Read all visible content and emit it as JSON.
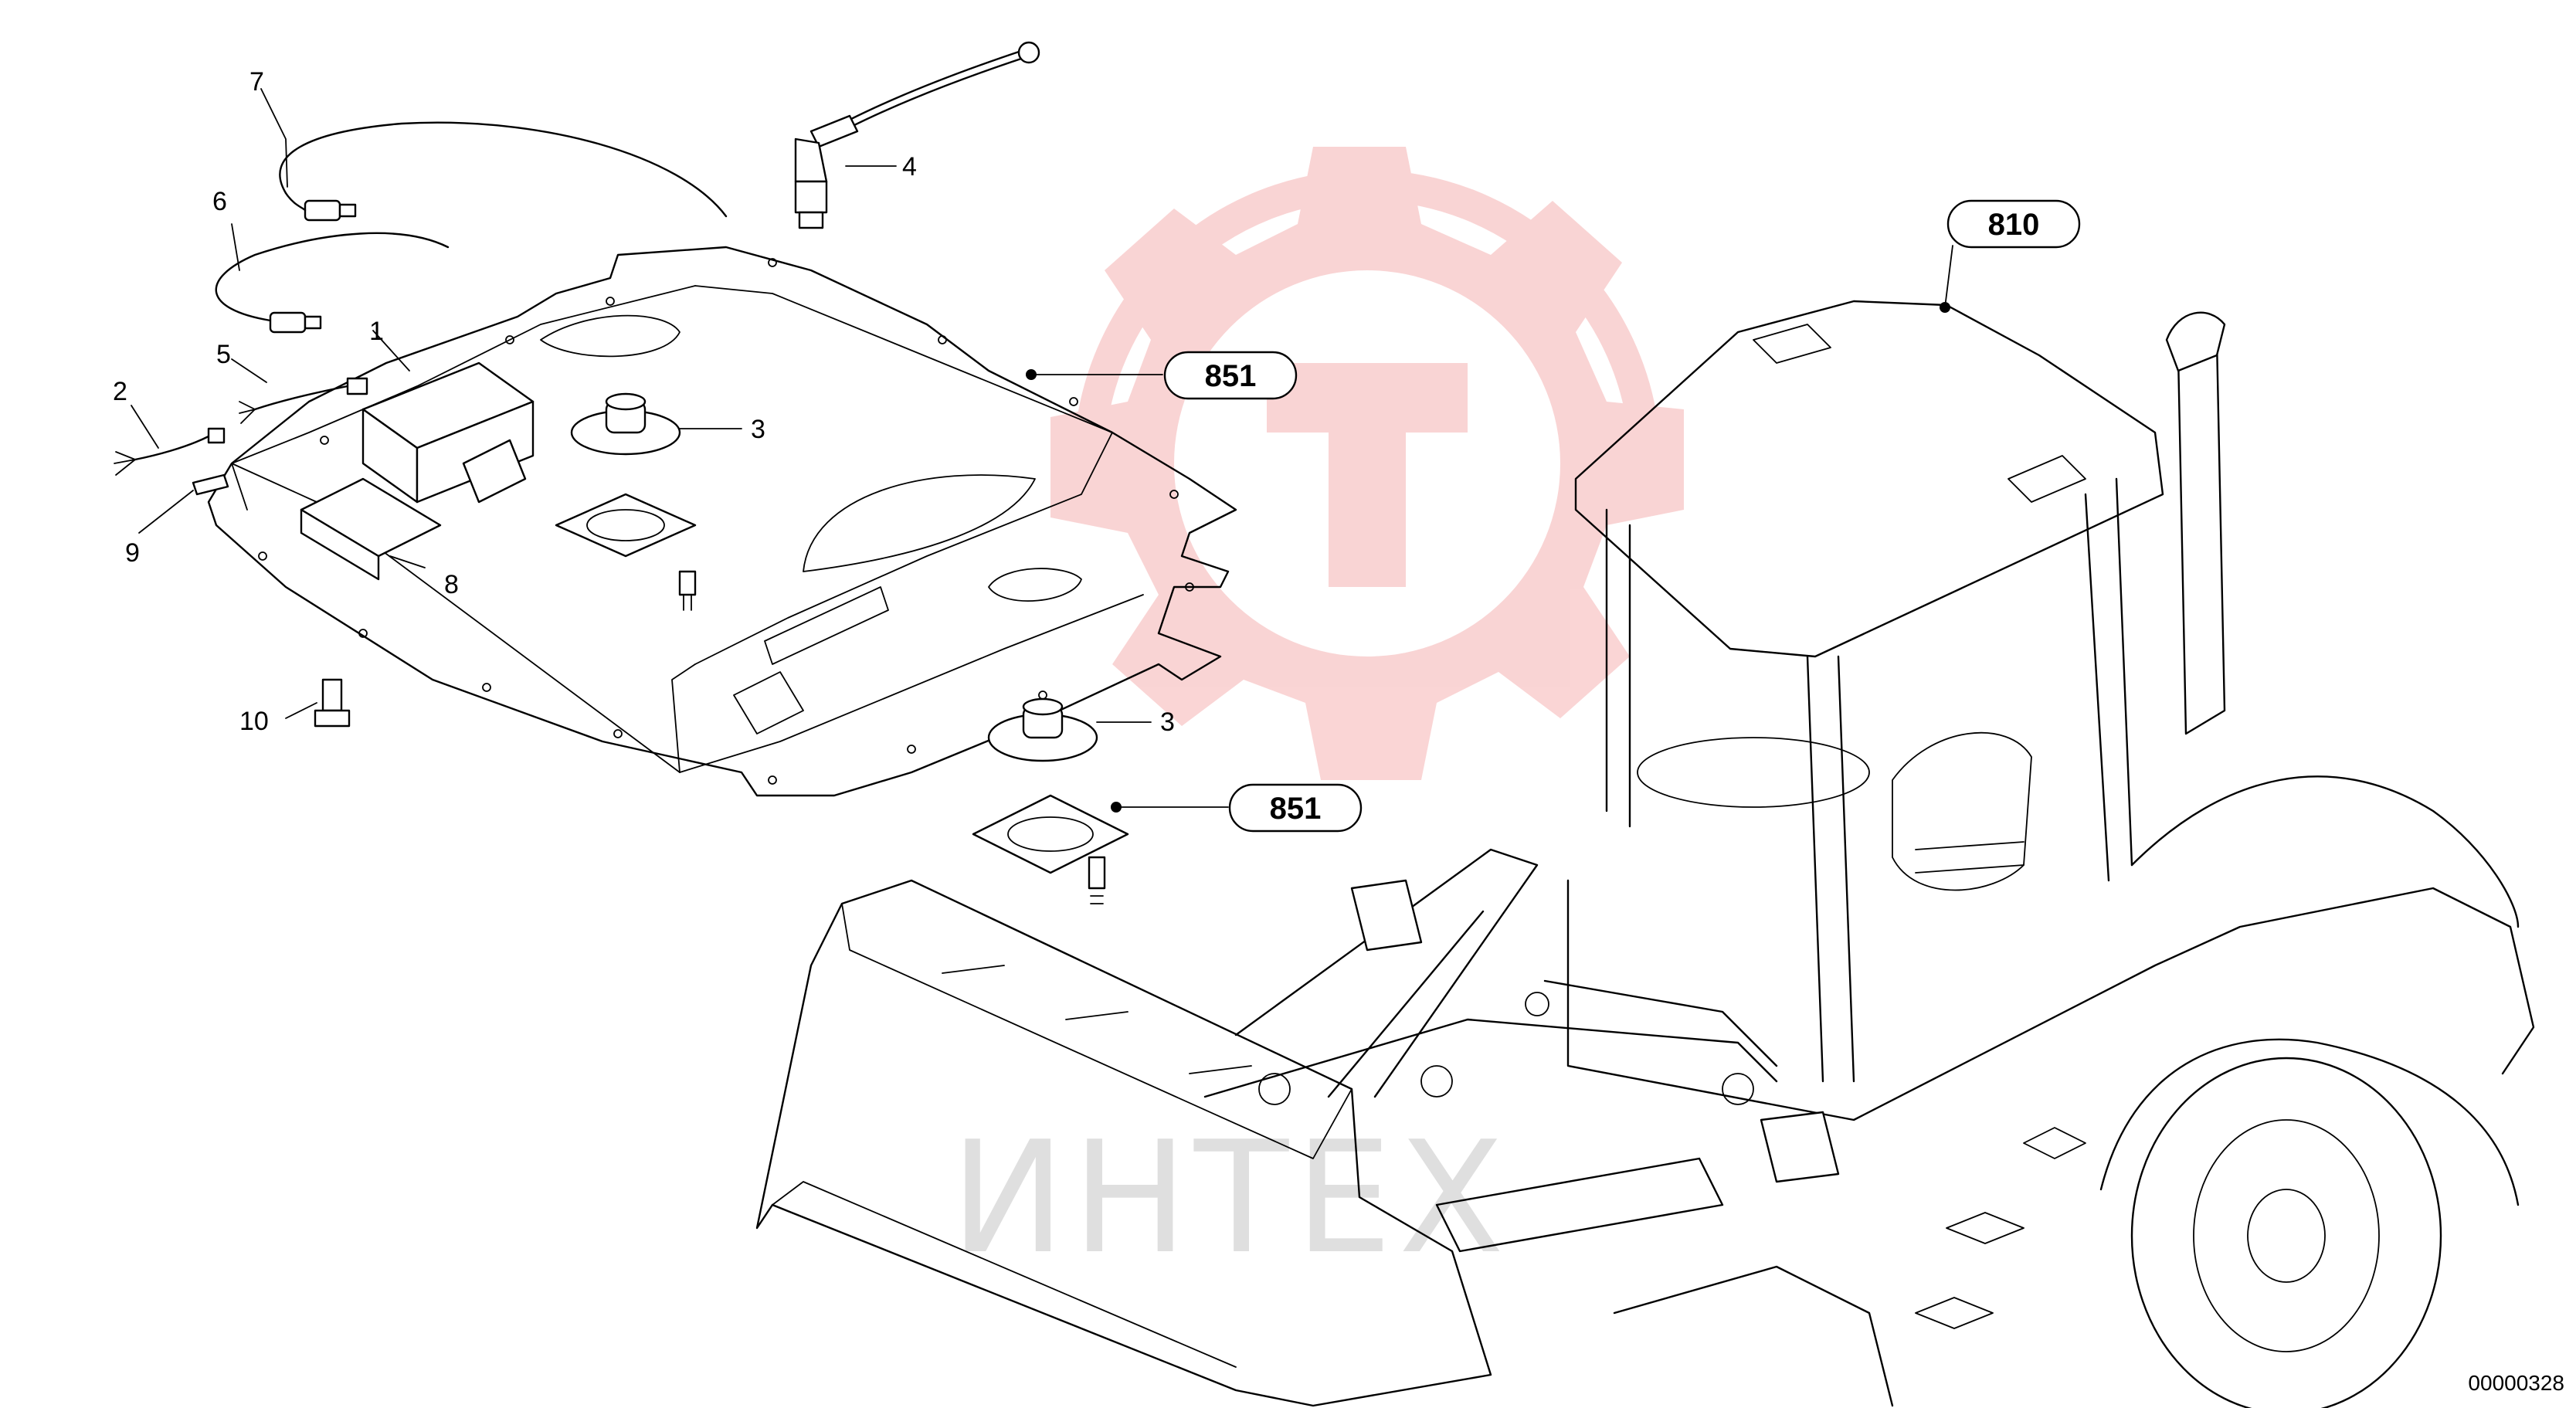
{
  "diagram": {
    "watermark_text": "ИНТЕХ",
    "document_id": "00000328",
    "watermark_color": "#e84040",
    "part_callouts": [
      "1",
      "2",
      "3",
      "3",
      "4",
      "5",
      "6",
      "7",
      "8",
      "9",
      "10"
    ],
    "reference_callouts": [
      "810",
      "851",
      "851"
    ]
  }
}
